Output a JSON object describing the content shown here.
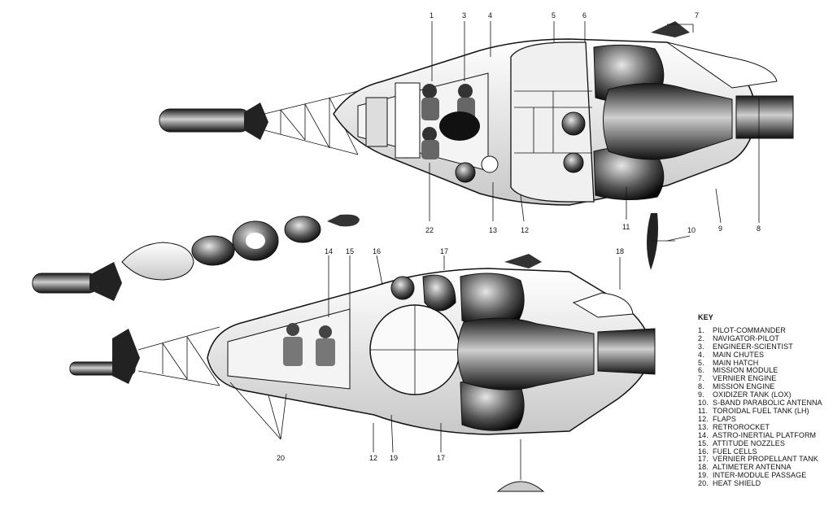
{
  "key": {
    "title": "KEY",
    "items": [
      {
        "num": "1.",
        "label": "PILOT-COMMANDER"
      },
      {
        "num": "2.",
        "label": "NAVIGATOR-PILOT"
      },
      {
        "num": "3.",
        "label": "ENGINEER-SCIENTIST"
      },
      {
        "num": "4.",
        "label": "MAIN CHUTES"
      },
      {
        "num": "5.",
        "label": "MAIN HATCH"
      },
      {
        "num": "6.",
        "label": "MISSION MODULE"
      },
      {
        "num": "7.",
        "label": "VERNIER ENGINE"
      },
      {
        "num": "8.",
        "label": "MISSION ENGINE"
      },
      {
        "num": "9.",
        "label": "OXIDIZER TANK (LOX)"
      },
      {
        "num": "10.",
        "label": "S-BAND PARABOLIC ANTENNA"
      },
      {
        "num": "11.",
        "label": "TOROIDAL FUEL TANK (LH)"
      },
      {
        "num": "12.",
        "label": "FLAPS"
      },
      {
        "num": "13.",
        "label": "RETROROCKET"
      },
      {
        "num": "14.",
        "label": "ASTRO-INERTIAL PLATFORM"
      },
      {
        "num": "15.",
        "label": "ATTITUDE NOZZLES"
      },
      {
        "num": "16.",
        "label": "FUEL CELLS"
      },
      {
        "num": "17.",
        "label": "VERNIER PROPELLANT TANK"
      },
      {
        "num": "18.",
        "label": "ALTIMETER ANTENNA"
      },
      {
        "num": "19.",
        "label": "INTER-MODULE PASSAGE"
      },
      {
        "num": "20.",
        "label": "HEAT SHIELD"
      }
    ]
  },
  "callouts": {
    "top": [
      "1",
      "3",
      "4",
      "5",
      "6",
      "7",
      "8",
      "9",
      "10",
      "11",
      "12",
      "13",
      "22"
    ],
    "bottom": [
      "14",
      "15",
      "16",
      "17",
      "18",
      "12",
      "19",
      "17",
      "20"
    ]
  }
}
